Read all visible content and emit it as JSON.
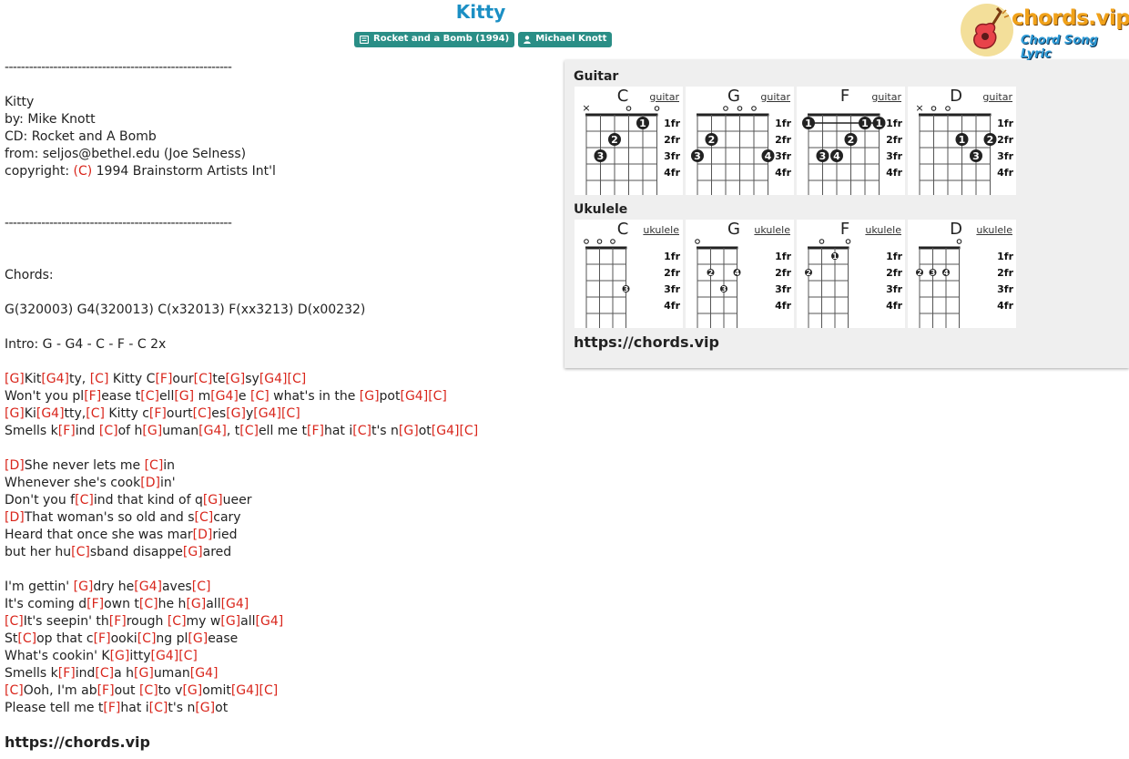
{
  "song": {
    "title": "Kitty",
    "album_badge": "Rocket and a Bomb (1994)",
    "artist_badge": "Michael Knott"
  },
  "logo": {
    "text": "chords.vip",
    "subtitle": "Chord Song Lyric"
  },
  "colors": {
    "title": "#1b8fc4",
    "badge": "#2a8e86",
    "chord": "#d9261c",
    "panel": "#efefef"
  },
  "lyrics": [
    [
      {
        "t": "--------------------------------------------------------"
      }
    ],
    [],
    [
      {
        "t": "Kitty"
      }
    ],
    [
      {
        "t": "by: Mike Knott"
      }
    ],
    [
      {
        "t": "CD: Rocket and A Bomb"
      }
    ],
    [
      {
        "t": "from: seljos@bethel.edu (Joe Selness)"
      }
    ],
    [
      {
        "t": "copyright: "
      },
      {
        "c": "(C)"
      },
      {
        "t": " 1994 Brainstorm Artists Int'l"
      }
    ],
    [],
    [],
    [
      {
        "t": "--------------------------------------------------------"
      }
    ],
    [],
    [],
    [
      {
        "t": "Chords:"
      }
    ],
    [],
    [
      {
        "t": "G(320003) G4(320013) C(x32013) F(xx3213) D(x00232)"
      }
    ],
    [],
    [
      {
        "t": "Intro: G - G4 - C - F - C 2x"
      }
    ],
    [],
    [
      {
        "c": "[G]"
      },
      {
        "t": "Kit"
      },
      {
        "c": "[G4]"
      },
      {
        "t": "ty, "
      },
      {
        "c": "[C]"
      },
      {
        "t": " Kitty C"
      },
      {
        "c": "[F]"
      },
      {
        "t": "our"
      },
      {
        "c": "[C]"
      },
      {
        "t": "te"
      },
      {
        "c": "[G]"
      },
      {
        "t": "sy"
      },
      {
        "c": "[G4]"
      },
      {
        "c": "[C]"
      }
    ],
    [
      {
        "t": "Won't you pl"
      },
      {
        "c": "[F]"
      },
      {
        "t": "ease t"
      },
      {
        "c": "[C]"
      },
      {
        "t": "ell"
      },
      {
        "c": "[G]"
      },
      {
        "t": " m"
      },
      {
        "c": "[G4]"
      },
      {
        "t": "e "
      },
      {
        "c": "[C]"
      },
      {
        "t": " what's in the "
      },
      {
        "c": "[G]"
      },
      {
        "t": "pot"
      },
      {
        "c": "[G4]"
      },
      {
        "c": "[C]"
      }
    ],
    [
      {
        "c": "[G]"
      },
      {
        "t": "Ki"
      },
      {
        "c": "[G4]"
      },
      {
        "t": "tty,"
      },
      {
        "c": "[C]"
      },
      {
        "t": " Kitty c"
      },
      {
        "c": "[F]"
      },
      {
        "t": "ourt"
      },
      {
        "c": "[C]"
      },
      {
        "t": "es"
      },
      {
        "c": "[G]"
      },
      {
        "t": "y"
      },
      {
        "c": "[G4]"
      },
      {
        "c": "[C]"
      }
    ],
    [
      {
        "t": "Smells k"
      },
      {
        "c": "[F]"
      },
      {
        "t": "ind "
      },
      {
        "c": "[C]"
      },
      {
        "t": "of h"
      },
      {
        "c": "[G]"
      },
      {
        "t": "uman"
      },
      {
        "c": "[G4]"
      },
      {
        "t": ", t"
      },
      {
        "c": "[C]"
      },
      {
        "t": "ell me t"
      },
      {
        "c": "[F]"
      },
      {
        "t": "hat i"
      },
      {
        "c": "[C]"
      },
      {
        "t": "t's n"
      },
      {
        "c": "[G]"
      },
      {
        "t": "ot"
      },
      {
        "c": "[G4]"
      },
      {
        "c": "[C]"
      }
    ],
    [],
    [
      {
        "c": "[D]"
      },
      {
        "t": "She never lets me "
      },
      {
        "c": "[C]"
      },
      {
        "t": "in"
      }
    ],
    [
      {
        "t": "Whenever she's cook"
      },
      {
        "c": "[D]"
      },
      {
        "t": "in'"
      }
    ],
    [
      {
        "t": "Don't you f"
      },
      {
        "c": "[C]"
      },
      {
        "t": "ind that kind of q"
      },
      {
        "c": "[G]"
      },
      {
        "t": "ueer"
      }
    ],
    [
      {
        "c": "[D]"
      },
      {
        "t": "That woman's so old and s"
      },
      {
        "c": "[C]"
      },
      {
        "t": "cary"
      }
    ],
    [
      {
        "t": "Heard that once she was mar"
      },
      {
        "c": "[D]"
      },
      {
        "t": "ried"
      }
    ],
    [
      {
        "t": "but her hu"
      },
      {
        "c": "[C]"
      },
      {
        "t": "sband disappe"
      },
      {
        "c": "[G]"
      },
      {
        "t": "ared"
      }
    ],
    [],
    [
      {
        "t": "I'm gettin' "
      },
      {
        "c": "[G]"
      },
      {
        "t": "dry he"
      },
      {
        "c": "[G4]"
      },
      {
        "t": "aves"
      },
      {
        "c": "[C]"
      }
    ],
    [
      {
        "t": "It's coming d"
      },
      {
        "c": "[F]"
      },
      {
        "t": "own t"
      },
      {
        "c": "[C]"
      },
      {
        "t": "he h"
      },
      {
        "c": "[G]"
      },
      {
        "t": "all"
      },
      {
        "c": "[G4]"
      }
    ],
    [
      {
        "c": "[C]"
      },
      {
        "t": "It's seepin' th"
      },
      {
        "c": "[F]"
      },
      {
        "t": "rough "
      },
      {
        "c": "[C]"
      },
      {
        "t": "my w"
      },
      {
        "c": "[G]"
      },
      {
        "t": "all"
      },
      {
        "c": "[G4]"
      }
    ],
    [
      {
        "t": "St"
      },
      {
        "c": "[C]"
      },
      {
        "t": "op that c"
      },
      {
        "c": "[F]"
      },
      {
        "t": "ooki"
      },
      {
        "c": "[C]"
      },
      {
        "t": "ng pl"
      },
      {
        "c": "[G]"
      },
      {
        "t": "ease"
      }
    ],
    [
      {
        "t": "What's cookin' K"
      },
      {
        "c": "[G]"
      },
      {
        "t": "itty"
      },
      {
        "c": "[G4]"
      },
      {
        "c": "[C]"
      }
    ],
    [
      {
        "t": "Smells k"
      },
      {
        "c": "[F]"
      },
      {
        "t": "ind"
      },
      {
        "c": "[C]"
      },
      {
        "t": "a h"
      },
      {
        "c": "[G]"
      },
      {
        "t": "uman"
      },
      {
        "c": "[G4]"
      }
    ],
    [
      {
        "c": "[C]"
      },
      {
        "t": "Ooh, I'm ab"
      },
      {
        "c": "[F]"
      },
      {
        "t": "out "
      },
      {
        "c": "[C]"
      },
      {
        "t": "to v"
      },
      {
        "c": "[G]"
      },
      {
        "t": "omit"
      },
      {
        "c": "[G4]"
      },
      {
        "c": "[C]"
      }
    ],
    [
      {
        "t": "Please tell me t"
      },
      {
        "c": "[F]"
      },
      {
        "t": "hat i"
      },
      {
        "c": "[C]"
      },
      {
        "t": "t's n"
      },
      {
        "c": "[G]"
      },
      {
        "t": "ot"
      }
    ]
  ],
  "footer_url": "https://chords.vip",
  "panel": {
    "guitar_label": "Guitar",
    "ukulele_label": "Ukulele",
    "url": "https://chords.vip",
    "fret_labels": [
      "1fr",
      "2fr",
      "3fr",
      "4fr"
    ],
    "guitar": [
      {
        "name": "C",
        "type": "guitar",
        "strings": [
          "x",
          3,
          2,
          0,
          1,
          0
        ],
        "fingers": [
          null,
          3,
          2,
          null,
          1,
          null
        ],
        "barre": null
      },
      {
        "name": "G",
        "type": "guitar",
        "strings": [
          3,
          2,
          0,
          0,
          0,
          3
        ],
        "fingers": [
          3,
          2,
          null,
          null,
          null,
          4
        ],
        "barre": null
      },
      {
        "name": "F",
        "type": "guitar",
        "strings": [
          1,
          3,
          3,
          2,
          1,
          1
        ],
        "fingers": [
          1,
          3,
          4,
          2,
          1,
          1
        ],
        "barre": 1
      },
      {
        "name": "D",
        "type": "guitar",
        "strings": [
          "x",
          0,
          0,
          2,
          3,
          2
        ],
        "fingers": [
          null,
          null,
          null,
          1,
          3,
          2
        ],
        "barre": null
      }
    ],
    "ukulele": [
      {
        "name": "C",
        "type": "ukulele",
        "strings": [
          0,
          0,
          0,
          3
        ],
        "fingers": [
          null,
          null,
          null,
          3
        ],
        "barre": null
      },
      {
        "name": "G",
        "type": "ukulele",
        "strings": [
          0,
          2,
          3,
          2
        ],
        "fingers": [
          null,
          2,
          3,
          4
        ],
        "barre": null
      },
      {
        "name": "F",
        "type": "ukulele",
        "strings": [
          2,
          0,
          1,
          0
        ],
        "fingers": [
          2,
          null,
          1,
          null
        ],
        "barre": null
      },
      {
        "name": "D",
        "type": "ukulele",
        "strings": [
          2,
          2,
          2,
          0
        ],
        "fingers": [
          2,
          3,
          4,
          null
        ],
        "barre": null
      }
    ]
  }
}
